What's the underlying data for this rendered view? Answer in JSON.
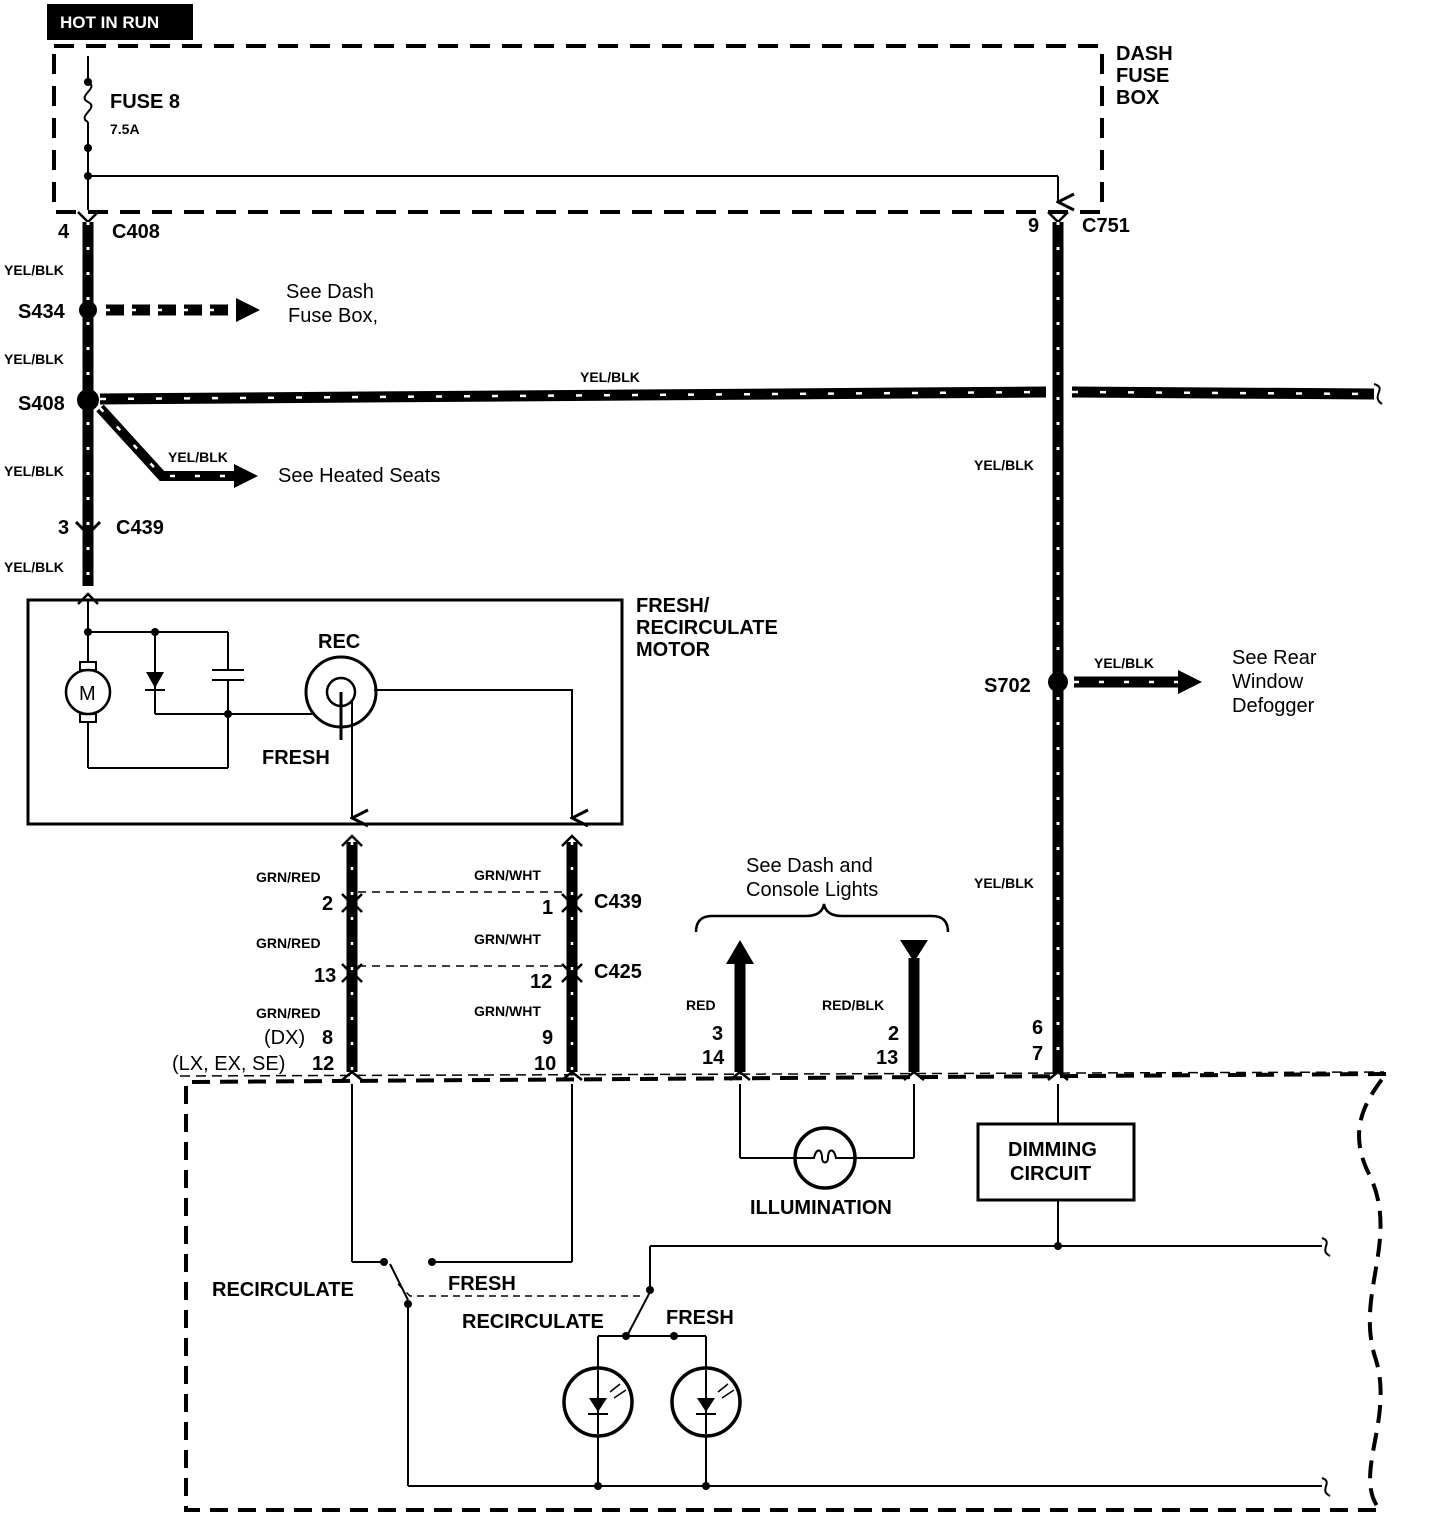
{
  "header": {
    "badge": "HOT IN RUN"
  },
  "dash_fuse_box": {
    "label_line1": "DASH",
    "label_line2": "FUSE",
    "label_line3": "BOX"
  },
  "fuse": {
    "name": "FUSE 8",
    "rating": "7.5A"
  },
  "wire_color": "YEL/BLK",
  "connectors": {
    "c408": {
      "name": "C408",
      "pin": "4"
    },
    "c751": {
      "name": "C751",
      "pin": "9"
    },
    "c439_top": {
      "name": "C439",
      "pin": "3"
    },
    "c439": {
      "name": "C439",
      "pin_left": "2",
      "pin_right": "1"
    },
    "c425": {
      "name": "C425",
      "pin_left": "13",
      "pin_right": "12"
    }
  },
  "splices": {
    "s434": "S434",
    "s408": "S408",
    "s702": "S702"
  },
  "references": {
    "dash_fuse_box": {
      "line1": "See Dash",
      "line2": "Fuse Box,"
    },
    "heated_seats": "See Heated Seats",
    "rear_defogger": {
      "line1": "See Rear",
      "line2": "Window",
      "line3": "Defogger"
    },
    "dash_console_lights": {
      "line1": "See Dash and",
      "line2": "Console Lights"
    }
  },
  "motor": {
    "title_line1": "FRESH/",
    "title_line2": "RECIRCULATE",
    "title_line3": "MOTOR",
    "motor_symbol": "M",
    "rec_label": "REC",
    "fresh_label": "FRESH"
  },
  "wires": {
    "grn_red": "GRN/RED",
    "grn_wht": "GRN/WHT",
    "red": "RED",
    "red_blk": "RED/BLK"
  },
  "bottom_pins": {
    "dx_label": "(DX)",
    "dx_left": "8",
    "dx_right": "9",
    "lx_label": "(LX, EX, SE)",
    "lx_left": "12",
    "lx_right": "10",
    "red_top": "3",
    "red_bottom": "14",
    "redblk_top": "2",
    "redblk_bottom": "13",
    "yel_top": "6",
    "yel_bottom": "7"
  },
  "control_unit": {
    "dimming_line1": "DIMMING",
    "dimming_line2": "CIRCUIT",
    "illumination": "ILLUMINATION",
    "switch1_recirc": "RECIRCULATE",
    "switch1_fresh": "FRESH",
    "switch2_recirc": "RECIRCULATE",
    "switch2_fresh": "FRESH"
  }
}
